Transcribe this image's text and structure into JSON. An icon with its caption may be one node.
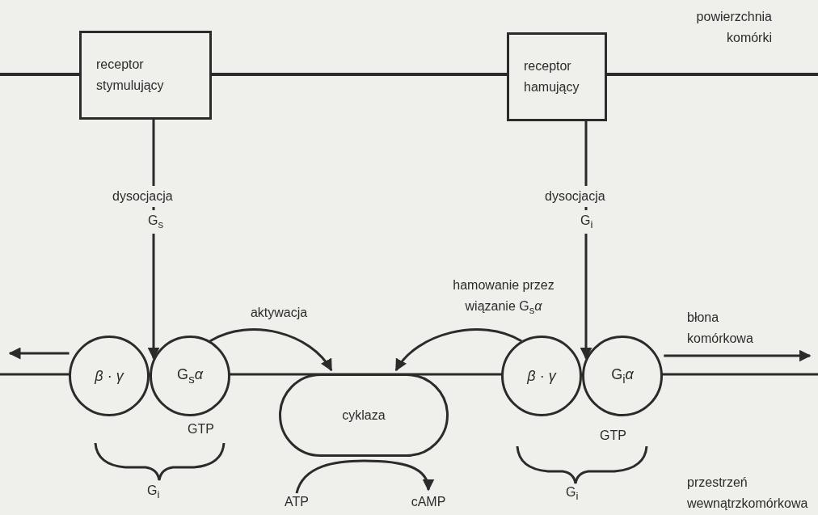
{
  "diagram": {
    "nodes": [
      {
        "text": [
          "receptor stymulujący"
        ]
      },
      {
        "text": [
          "receptor hamujący"
        ]
      },
      {
        "text": [
          "*β* · *γ*"
        ]
      },
      {
        "text": [
          "G$_{s}$*α*"
        ]
      },
      {
        "text": [
          "cyklaza"
        ]
      },
      {
        "text": [
          "*β* · *γ*"
        ]
      },
      {
        "text": [
          "G$_{i}$*α*"
        ]
      },
      {
        "text": [
          "ATP"
        ]
      },
      {
        "text": [
          "cAMP"
        ]
      }
    ],
    "edges": [
      {
        "from": 0,
        "to": 3,
        "arrow": "to"
      },
      {
        "from": 1,
        "to": 6,
        "arrow": "to"
      },
      {
        "from": 3,
        "to": 4,
        "arrow": "to",
        "label": "aktywacja"
      },
      {
        "from": 5,
        "to": 4,
        "arrow": "to",
        "label": "hamowanie przez wiązanie G$_{s}$*α*"
      },
      {
        "from": 2,
        "to": null,
        "arrow": "to"
      },
      {
        "from": 6,
        "to": null,
        "arrow": "to"
      },
      {
        "from": 7,
        "to": 8,
        "arrow": "to"
      }
    ],
    "labels": [
      "powierzchnia komórki",
      "dysocjacja",
      "G$_{s}$",
      "dysocjacja",
      "G$_{i}$",
      "błona komórkowa",
      "GTP",
      "G$_{i}$",
      "GTP",
      "G$_{i}$",
      "przestrzeń wewnątrzkomórkowa"
    ]
  }
}
